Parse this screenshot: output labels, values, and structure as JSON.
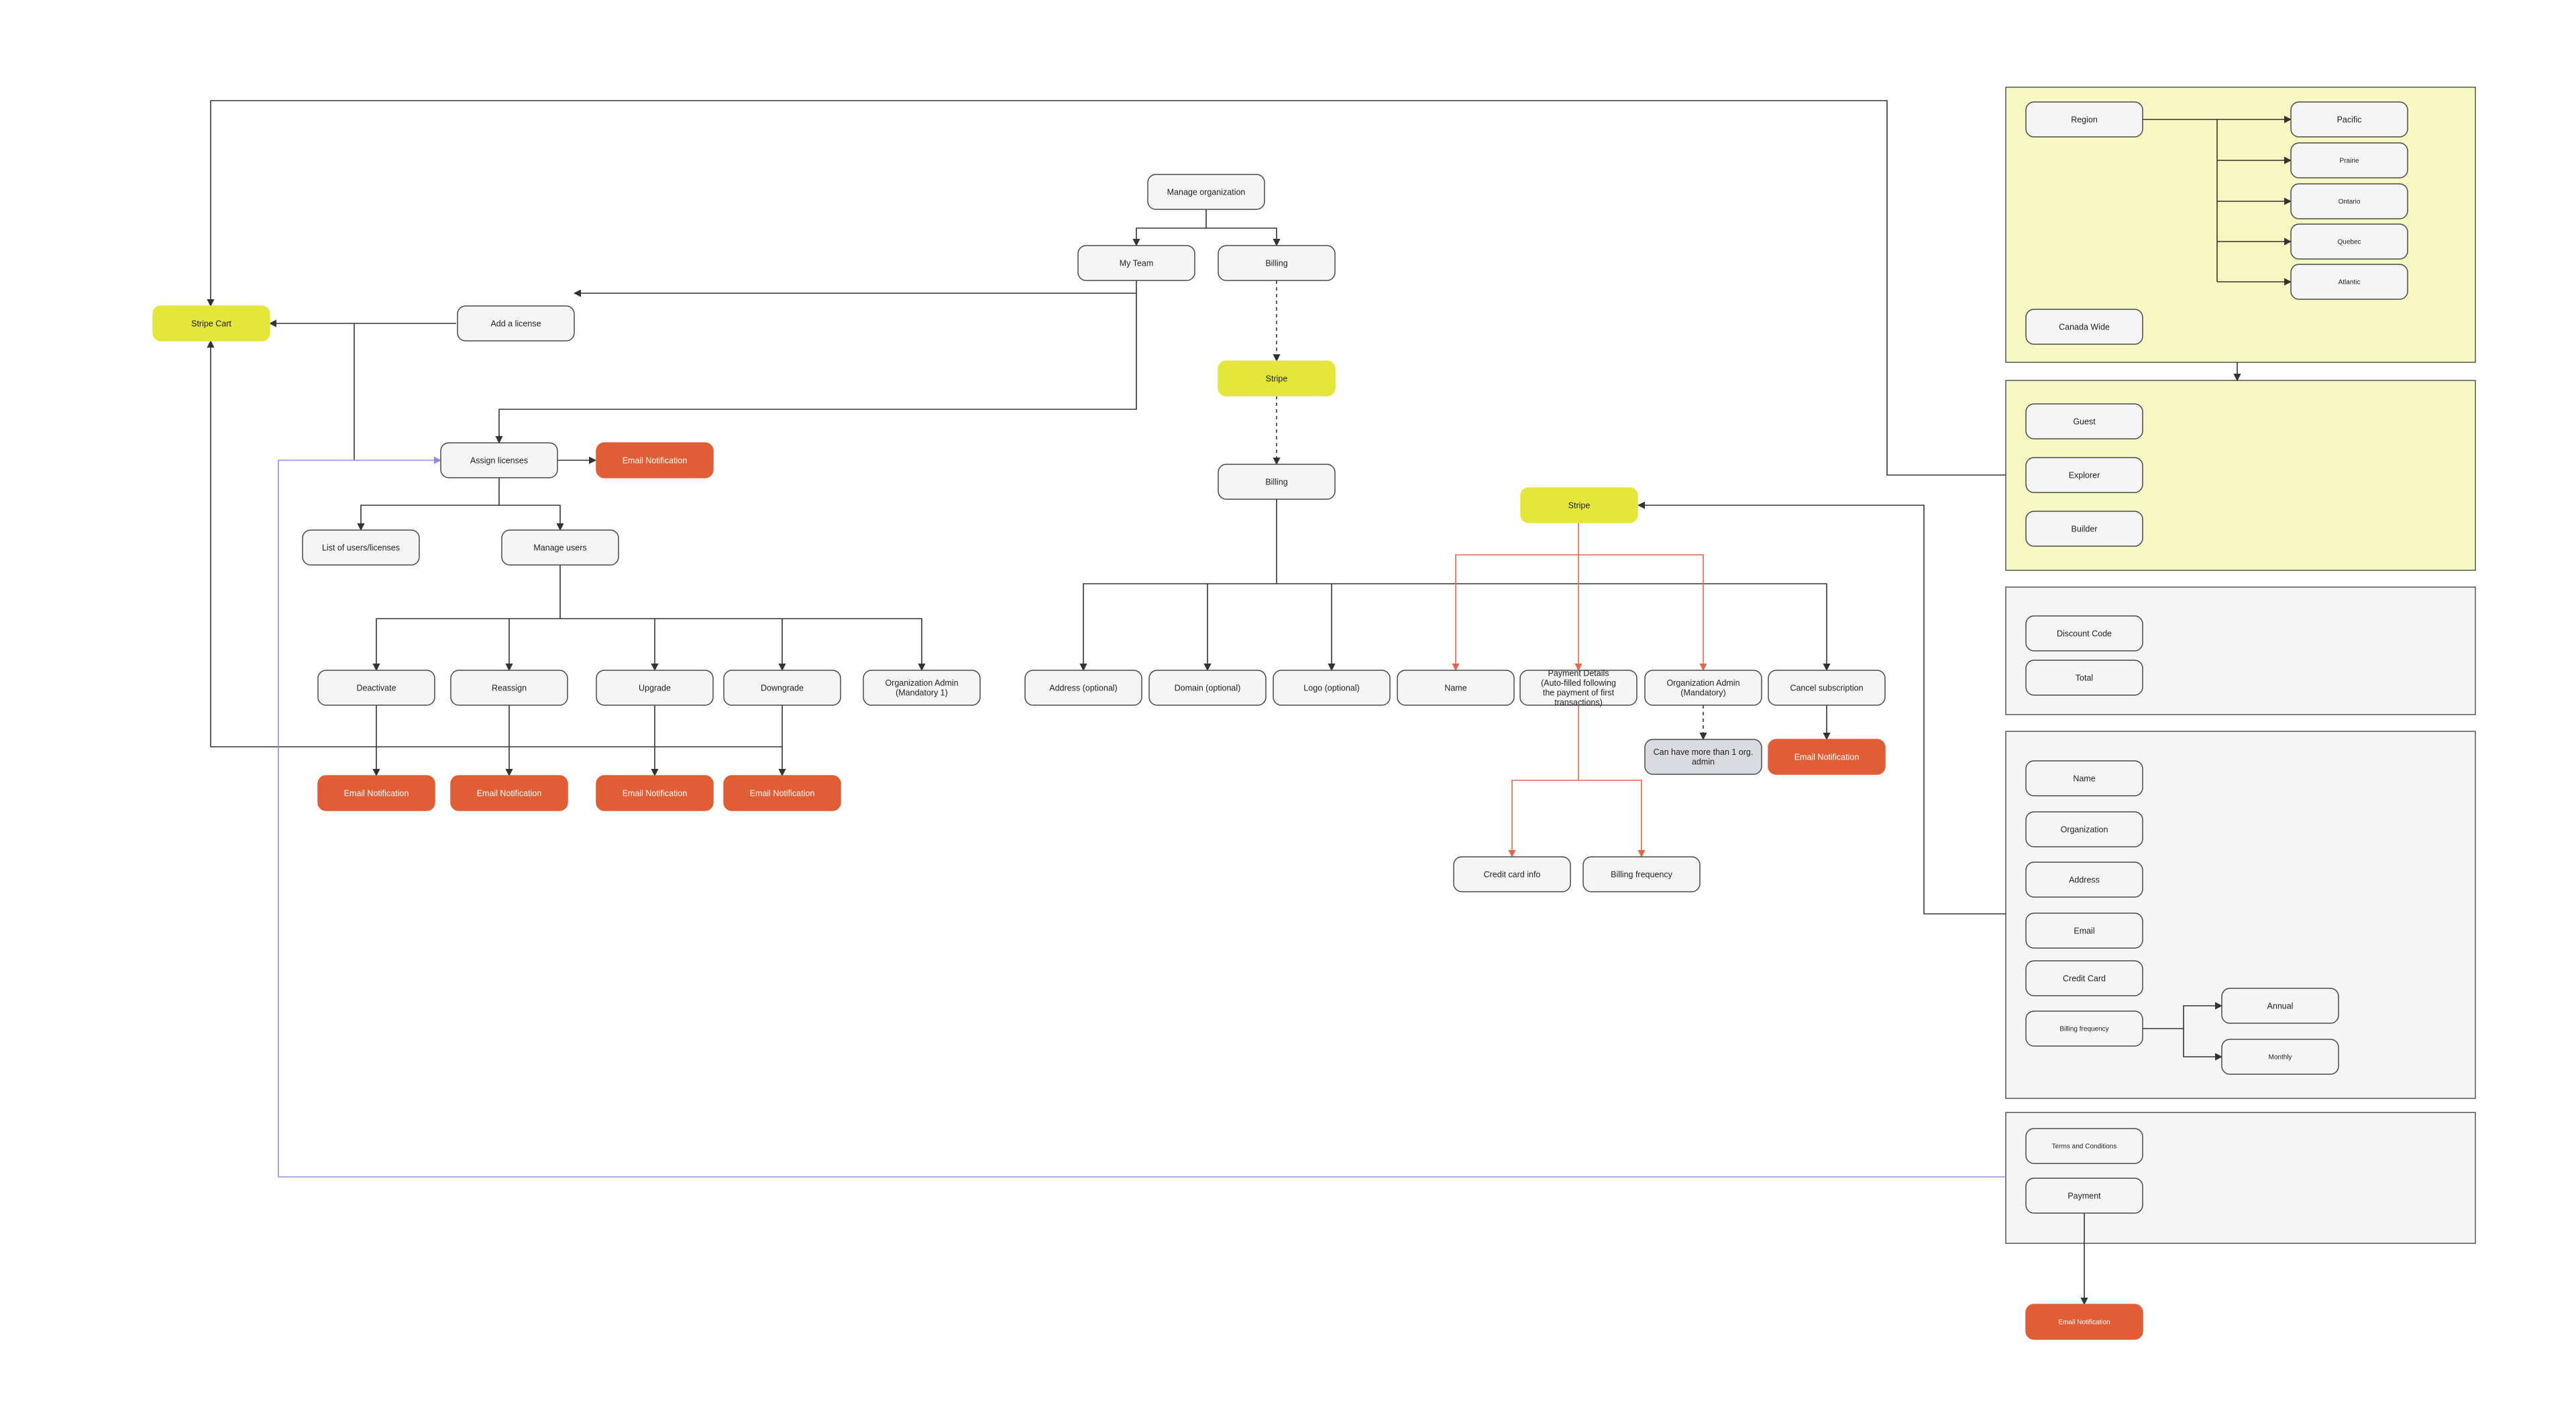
{
  "nodes": {
    "manage_org": "Manage organization",
    "my_team": "My Team",
    "billing_top": "Billing",
    "stripe_cart": "Stripe Cart",
    "add_license": "Add a license",
    "stripe_mid": "Stripe",
    "assign_licenses": "Assign licenses",
    "email_assign": "Email Notification",
    "billing_mid": "Billing",
    "list_users": "List of users/licenses",
    "manage_users": "Manage users",
    "stripe_right": "Stripe",
    "deactivate": "Deactivate",
    "reassign": "Reassign",
    "upgrade": "Upgrade",
    "downgrade": "Downgrade",
    "org_admin_1": "Organization Admin (Mandatory 1)",
    "email_deactivate": "Email Notification",
    "email_reassign": "Email Notification",
    "email_upgrade": "Email Notification",
    "email_downgrade": "Email Notification",
    "address_opt": "Address (optional)",
    "domain_opt": "Domain (optional)",
    "logo_opt": "Logo (optional)",
    "name_billing": "Name",
    "payment_details": "Payment Details (Auto-filled following the payment of first transactions)",
    "org_admin_mand": "Organization Admin (Mandatory)",
    "cancel_sub": "Cancel subscription",
    "multi_admin": "Can have more than 1 org. admin",
    "email_cancel": "Email Notification",
    "credit_card_info": "Credit card info",
    "billing_freq_main": "Billing frequency",
    "region": "Region",
    "pacific": "Pacific",
    "prairie": "Prairie",
    "ontario": "Ontario",
    "quebec": "Quebec",
    "atlantic": "Atlantic",
    "canada_wide": "Canada Wide",
    "guest": "Guest",
    "explorer": "Explorer",
    "builder": "Builder",
    "discount_code": "Discount Code",
    "total": "Total",
    "name_form": "Name",
    "organization": "Organization",
    "address": "Address",
    "email": "Email",
    "credit_card": "Credit Card",
    "billing_freq_form": "Billing frequency",
    "annual": "Annual",
    "monthly": "Monthly",
    "terms": "Terms and Conditions",
    "payment": "Payment",
    "email_payment": "Email Notification"
  },
  "colors": {
    "node_fill": "#f5f5f5",
    "node_stroke": "#4a4a4a",
    "stripe_fill": "#e4e63a",
    "email_fill": "#e05d35",
    "grey_fill": "#d9dbe0",
    "panel_yellow": "#f6f7c1",
    "panel_grey": "#f5f5f5",
    "line": "#333333",
    "line_orange": "#e0684a",
    "line_blue": "#8c8cf0"
  }
}
